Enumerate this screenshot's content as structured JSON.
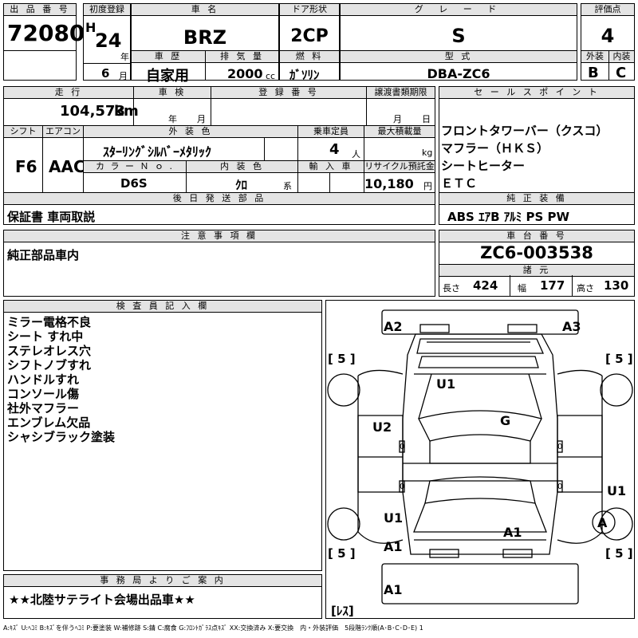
{
  "header": {
    "lot_label": "出 品 番 号",
    "lot": "72080",
    "first_reg_label": "初度登録",
    "era": "H",
    "year": "24",
    "year_unit": "年",
    "month": "6",
    "month_unit": "月",
    "name_label": "車 名",
    "name": "BRZ",
    "history_label": "車 歴",
    "history": "自家用",
    "displacement_label": "排 気 量",
    "displacement": "2000",
    "displacement_unit": "cc",
    "door_label": "ドア形状",
    "door": "2CP",
    "fuel_label": "燃 料",
    "fuel": "ｶﾞｿﾘﾝ",
    "grade_label": "グ レ ー ド",
    "grade": "S",
    "model_label": "型 式",
    "model": "DBA-ZC6",
    "score_label": "評価点",
    "score": "4",
    "ext_label": "外装",
    "ext": "B",
    "int_label": "内装",
    "int": "C"
  },
  "details": {
    "mileage_label": "走 行",
    "mileage": "104,573",
    "mileage_unit": "km",
    "inspection_label": "車 検",
    "insp_year_unit": "年",
    "insp_month_unit": "月",
    "reg_label": "登 録 番 号",
    "transfer_label": "譲渡書類期限",
    "transfer_month_unit": "月",
    "transfer_day_unit": "日",
    "shift_label": "シフト",
    "shift": "F6",
    "ac_label": "エアコン",
    "ac": "AAC",
    "color_label": "外 装 色",
    "color": "ｽﾀｰﾘﾝｸﾞｼﾙﾊﾞｰﾒﾀﾘｯｸ",
    "capacity_label": "乗車定員",
    "capacity": "4",
    "capacity_unit": "人",
    "load_label": "最大積載量",
    "load_unit": "kg",
    "color_no_label": "カ ラ ー Ｎ ｏ .",
    "color_no": "D6S",
    "interior_label": "内 装 色",
    "interior": "ｸﾛ",
    "interior_unit": "系",
    "import_label": "輸 入 車",
    "recycle_label": "リサイクル預託金",
    "recycle": "10,180",
    "recycle_unit": "円",
    "later_label": "後 日 発 送 部 品",
    "later": "保証書 車両取説",
    "caution_label": "注 意 事 項 欄",
    "caution": "純正部品車内"
  },
  "sales": {
    "label": "セ ー ル ス ポ イ ン ト",
    "points": [
      "フロントタワーバー（クスコ）",
      "マフラー（ＨＫＳ）",
      "シートヒーター",
      "ＥＴＣ"
    ],
    "equip_label": "純 正 装 備",
    "equip": "ABS ｴｱB ｱﾙﾐ PS PW",
    "chassis_label": "車 台 番 号",
    "chassis": "ZC6-003538",
    "spec_label": "諸 元",
    "length_label": "長さ",
    "length": "424",
    "width_label": "幅",
    "width": "177",
    "height_label": "高さ",
    "height": "130"
  },
  "inspector": {
    "label": "検 査 員 記 入 欄",
    "notes": [
      "ミラー電格不良",
      "シート すれ中",
      "ステレオレス穴",
      "シフトノブすれ",
      "ハンドルすれ",
      "コンソール傷",
      "社外マフラー",
      "エンブレム欠品",
      "シャシブラック塗装"
    ]
  },
  "office": {
    "label": "事 務 局 よ り ご 案 内",
    "message": "★★北陸サテライト会場出品車★★"
  },
  "diagram": {
    "marks": {
      "a2": "A2",
      "a3": "A3",
      "u1_hood": "U1",
      "g": "G",
      "u2": "U2",
      "u1_right": "U1",
      "u1_left": "U1",
      "a1_trunk": "A1",
      "a1_left": "A1",
      "a_circle": "A",
      "a1_bumper": "A1",
      "z1": "0",
      "z2": "0",
      "z3": "0",
      "z4": "0"
    },
    "tires": [
      "[ 5 ]",
      "[ 5 ]",
      "[ 5 ]",
      "[ 5 ]"
    ],
    "spare": "[ﾚｽ]"
  },
  "legend": "A:ｷｽﾞ U:ﾍｺﾐ B:ｷｽﾞを伴うﾍｺﾐ P:要塗装 W:補修跡 S:錆 C:腐食 G:ﾌﾛﾝﾄｶﾞﾗｽ点ｷｽﾞ XX:交換済み X:要交換　内・外装評価　5段階ﾗﾝｸ順(A･B･C･D･E) 1"
}
